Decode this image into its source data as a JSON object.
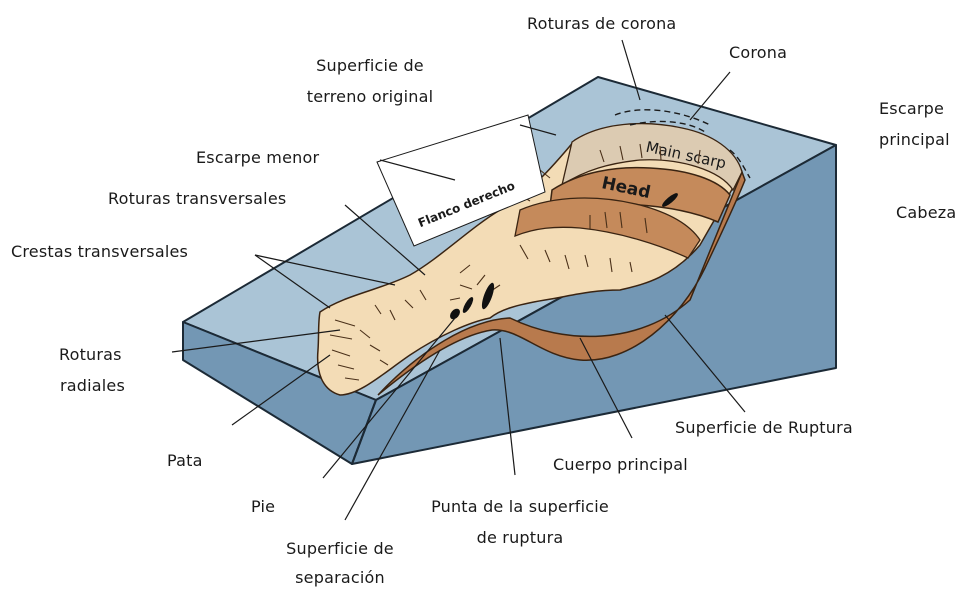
{
  "colors": {
    "slope_top": "#aac4d6",
    "slope_side": "#7397b4",
    "slope_edge": "#1c2a36",
    "slide_body": "#f3dcb6",
    "slide_mass": "#b87a4d",
    "head_block": "#c58a5b",
    "scarp": "#dccbb2",
    "leader": "#1a1a1a"
  },
  "diagram_text": {
    "main_scarp": "Main scarp",
    "head": "Head",
    "flanco": "Flanco derecho"
  },
  "labels": {
    "roturas_corona": "Roturas de corona",
    "corona": "Corona",
    "escarpe_principal": [
      "Escarpe",
      "principal"
    ],
    "superficie_terreno": [
      "Superficie de",
      "terreno original"
    ],
    "escarpe_menor": "Escarpe menor",
    "cabeza": "Cabeza",
    "roturas_transversales": "Roturas transversales",
    "crestas_transversales": "Crestas transversales",
    "roturas_radiales": [
      "Roturas",
      "radiales"
    ],
    "superficie_ruptura": "Superficie de Ruptura",
    "cuerpo_principal": "Cuerpo principal",
    "pata": "Pata",
    "pie": "Pie",
    "punta": [
      "Punta de la superficie",
      "de ruptura"
    ],
    "superficie_separacion": [
      "Superficie de",
      "separación"
    ]
  }
}
